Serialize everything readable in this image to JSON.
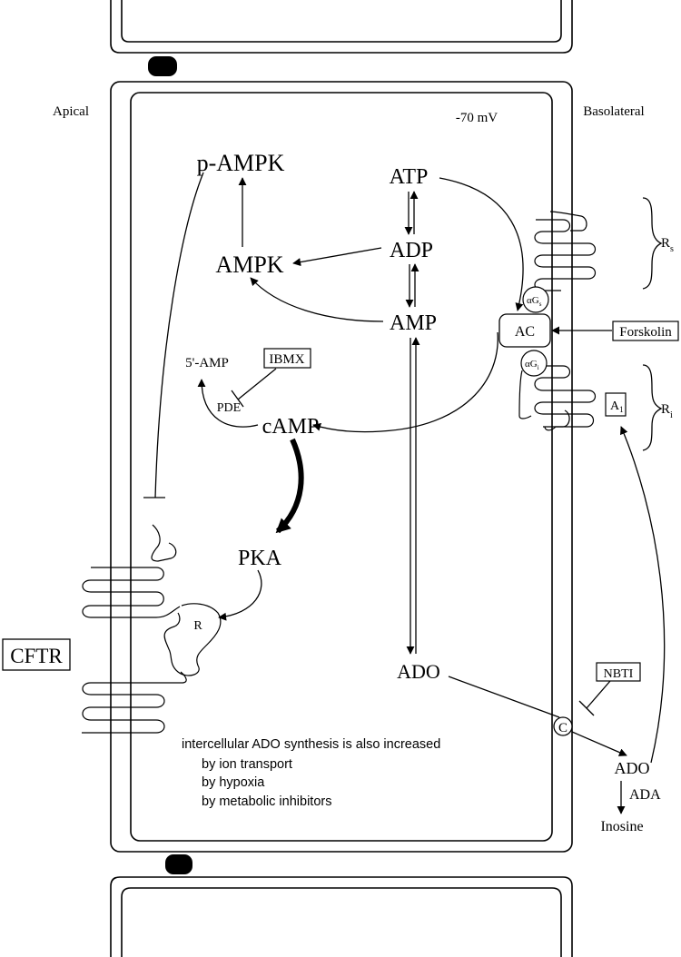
{
  "labels": {
    "apical": "Apical",
    "basolateral": "Basolateral",
    "membrane_potential": "-70 mV",
    "p_ampk": "p-AMPK",
    "ampk": "AMPK",
    "atp": "ATP",
    "adp": "ADP",
    "amp": "AMP",
    "ibmx": "IBMX",
    "five_amp": "5'-AMP",
    "pde": "PDE",
    "camp": "cAMP",
    "pka": "PKA",
    "r_domain": "R",
    "cftr": "CFTR",
    "ado_inside": "ADO",
    "nbti": "NBTI",
    "transporter": "C",
    "ado_outside": "ADO",
    "ada": "ADA",
    "inosine": "Inosine",
    "ac": "AC",
    "forskolin": "Forskolin",
    "gs_alpha": "αG",
    "gs_sub": "s",
    "gi_alpha": "αG",
    "gi_sub": "i",
    "rs_main": "R",
    "rs_sub": "s",
    "ri_main": "R",
    "ri_sub": "i",
    "a1_main": "A",
    "a1_sub": "1"
  },
  "note": {
    "line1": "intercellular ADO synthesis is also increased",
    "line2": "by ion transport",
    "line3": "by hypoxia",
    "line4": "by metabolic inhibitors"
  }
}
